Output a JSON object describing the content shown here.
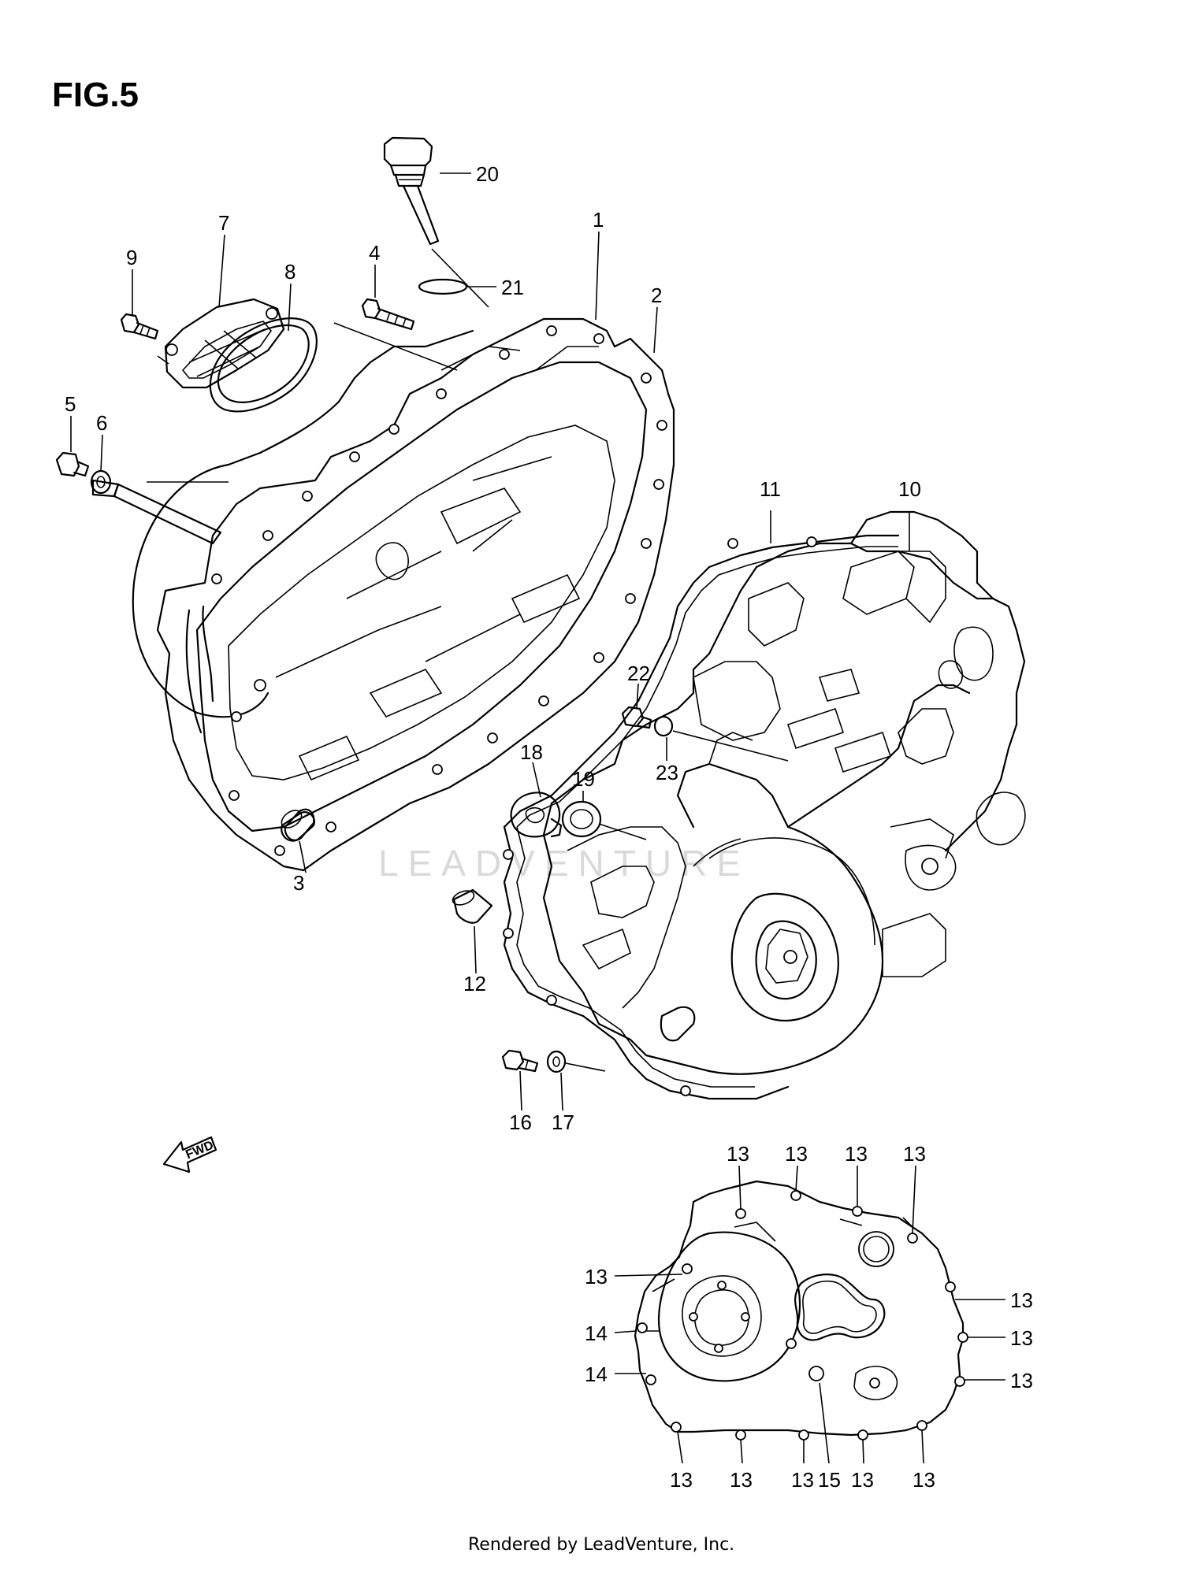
{
  "figure": {
    "title": "FIG.5"
  },
  "fwd_label": "FWD",
  "watermark": "LEADVENTURE",
  "footer": "Rendered by LeadVenture, Inc.",
  "callouts": {
    "c1": "1",
    "c2": "2",
    "c3": "3",
    "c4": "4",
    "c5": "5",
    "c6": "6",
    "c7": "7",
    "c8": "8",
    "c9": "9",
    "c10": "10",
    "c11": "11",
    "c12": "12",
    "c16": "16",
    "c17": "17",
    "c18": "18",
    "c19": "19",
    "c20": "20",
    "c21": "21",
    "c22": "22",
    "c23": "23",
    "d13": "13",
    "d14": "14",
    "d15": "15"
  }
}
